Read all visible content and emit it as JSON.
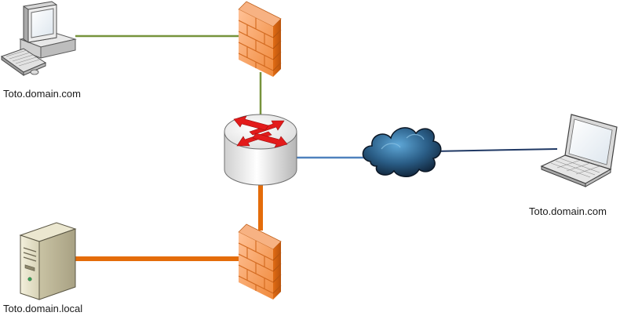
{
  "nodes": {
    "desktop": {
      "label": "Toto.domain.com",
      "icon": "desktop-computer-icon"
    },
    "firewall_top": {
      "icon": "firewall-brick-wall-icon"
    },
    "router": {
      "icon": "router-icon"
    },
    "cloud": {
      "icon": "internet-cloud-icon"
    },
    "laptop": {
      "label": "Toto.domain.com",
      "icon": "laptop-icon"
    },
    "firewall_bottom": {
      "icon": "firewall-brick-wall-icon"
    },
    "server": {
      "label": "Toto.domain.local",
      "icon": "tower-server-icon"
    }
  },
  "links": [
    {
      "from": "desktop",
      "to": "firewall_top",
      "color": "#77933c"
    },
    {
      "from": "firewall_top",
      "to": "router",
      "color": "#77933c"
    },
    {
      "from": "router",
      "to": "cloud",
      "color": "#4f81bd"
    },
    {
      "from": "cloud",
      "to": "laptop",
      "color": "#1f3864"
    },
    {
      "from": "router",
      "to": "firewall_bottom",
      "color": "#e46c0a"
    },
    {
      "from": "firewall_bottom",
      "to": "server",
      "color": "#e46c0a"
    }
  ],
  "colors": {
    "firewall_light": "#f9a66b",
    "firewall_dark": "#e87722",
    "router_red": "#e31b1b",
    "cloud_dark": "#1b3550"
  }
}
